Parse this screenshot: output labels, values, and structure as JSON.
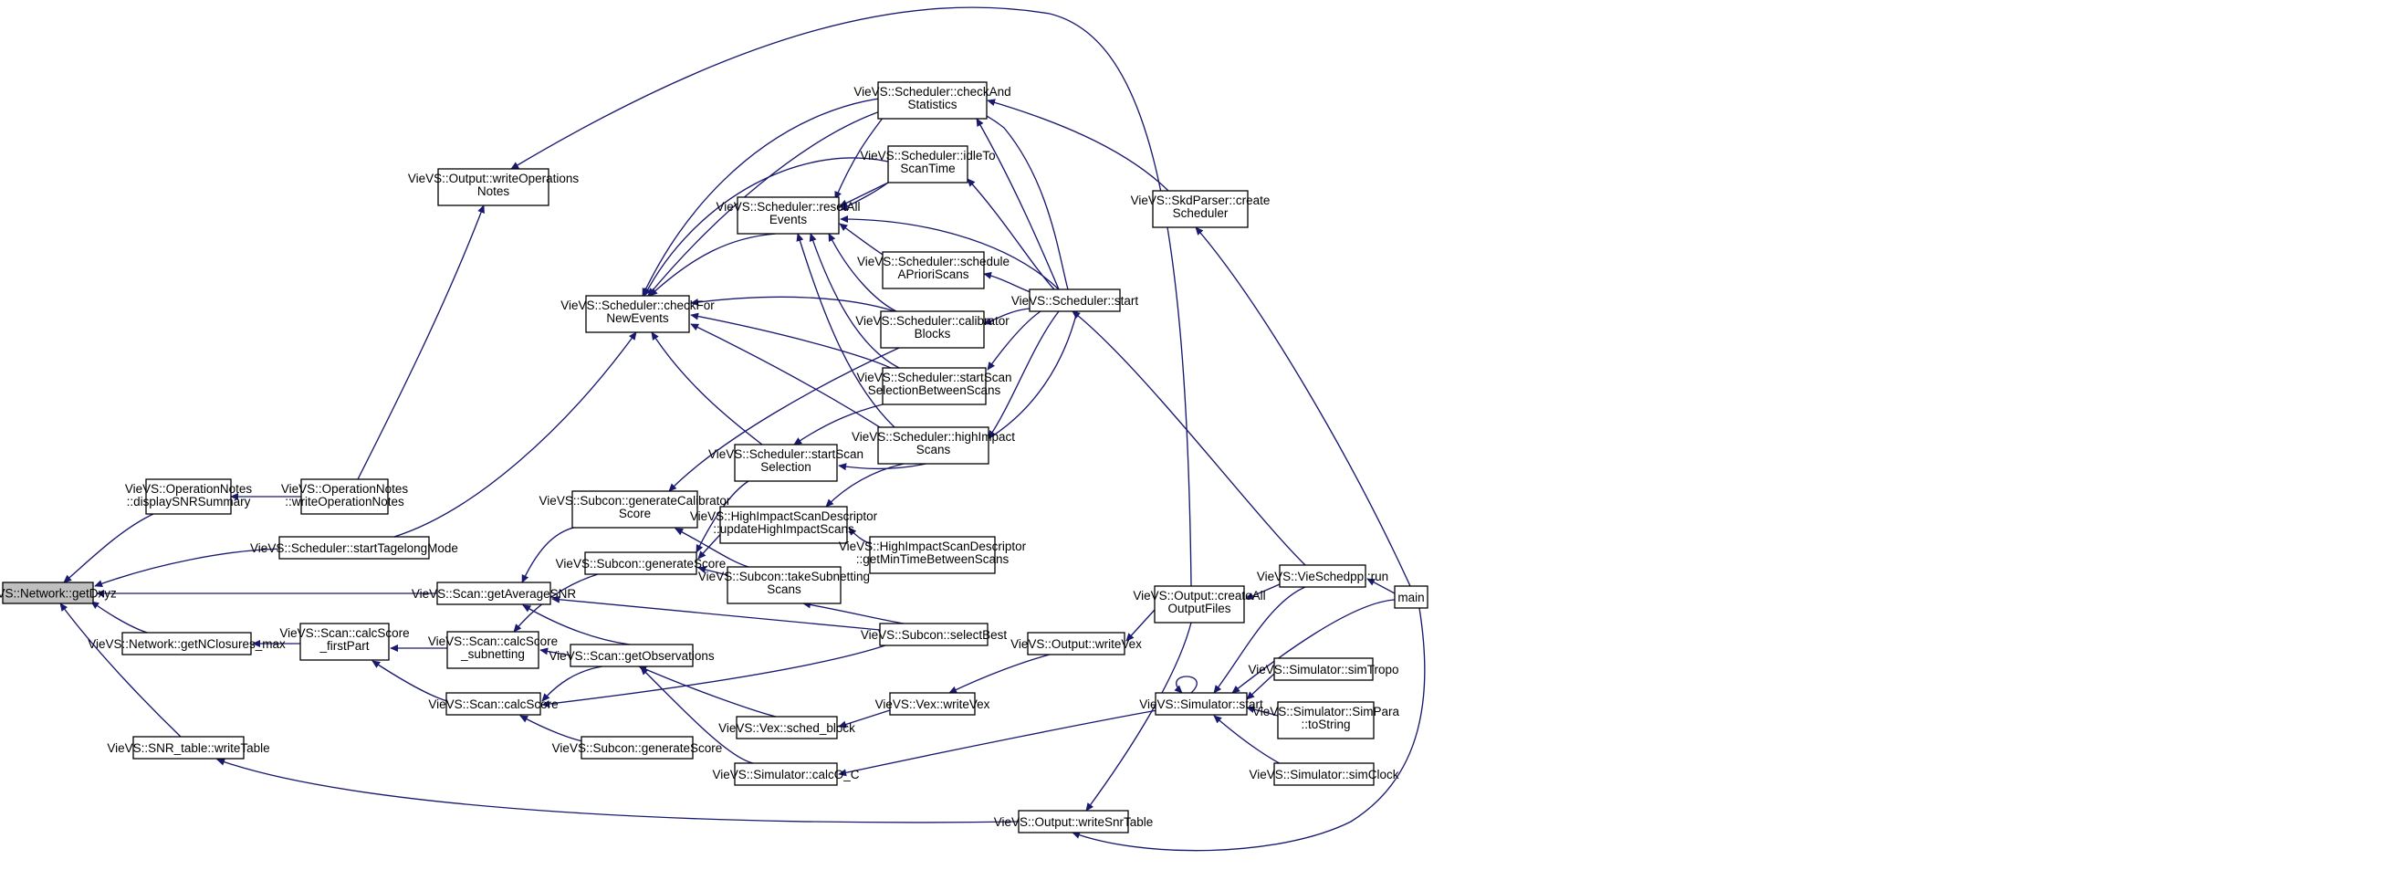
{
  "graph": {
    "edge_color": "#191970",
    "node_border_color": "#000000",
    "root_fill_color": "#bfbfbf",
    "nodes": {
      "getDxyz": [
        "VieVS::Network::getDxyz"
      ],
      "displaySNR": [
        "VieVS::OperationNotes",
        "::displaySNRSummary"
      ],
      "writeOpNotes": [
        "VieVS::OperationNotes",
        "::writeOperationNotes"
      ],
      "outWriteOpNotes": [
        "VieVS::Output::writeOperations",
        "Notes"
      ],
      "startTagelong": [
        "VieVS::Scheduler::startTagelongMode"
      ],
      "checkForNewEvents": [
        "VieVS::Scheduler::checkFor",
        "NewEvents"
      ],
      "resetAllEvents": [
        "VieVS::Scheduler::resetAll",
        "Events"
      ],
      "checkAndStats": [
        "VieVS::Scheduler::checkAnd",
        "Statistics"
      ],
      "idleToScan": [
        "VieVS::Scheduler::idleTo",
        "ScanTime"
      ],
      "scheduleApriori": [
        "VieVS::Scheduler::schedule",
        "APrioriScans"
      ],
      "calibratorBlocks": [
        "VieVS::Scheduler::calibrator",
        "Blocks"
      ],
      "startScanSelBetween": [
        "VieVS::Scheduler::startScan",
        "SelectionBetweenScans"
      ],
      "highImpactScans": [
        "VieVS::Scheduler::highImpact",
        "Scans"
      ],
      "schedStart": [
        "VieVS::Scheduler::start"
      ],
      "skdParser": [
        "VieVS::SkdParser::create",
        "Scheduler"
      ],
      "startScanSel": [
        "VieVS::Scheduler::startScan",
        "Selection"
      ],
      "genCalibScore": [
        "VieVS::Subcon::generateCalibrator",
        "Score"
      ],
      "updateHI": [
        "VieVS::HighImpactScanDescriptor",
        "::updateHighImpactScans"
      ],
      "getMinTime": [
        "VieVS::HighImpactScanDescriptor",
        "::getMinTimeBetweenScans"
      ],
      "scanGetAvgSNR": [
        "VieVS::Scan::getAverageSNR"
      ],
      "subGenScore1": [
        "VieVS::Subcon::generateScore"
      ],
      "takeSubnetting": [
        "VieVS::Subcon::takeSubnetting",
        "Scans"
      ],
      "selectBest": [
        "VieVS::Subcon::selectBest"
      ],
      "getNClosures": [
        "VieVS::Network::getNClosures_max"
      ],
      "calcScoreFirst": [
        "VieVS::Scan::calcScore",
        "_firstPart"
      ],
      "calcScoreSub": [
        "VieVS::Scan::calcScore",
        "_subnetting"
      ],
      "getObservations": [
        "VieVS::Scan::getObservations"
      ],
      "calcScore": [
        "VieVS::Scan::calcScore"
      ],
      "subGenScore2": [
        "VieVS::Subcon::generateScore"
      ],
      "schedBlock": [
        "VieVS::Vex::sched_block"
      ],
      "writeVexVex": [
        "VieVS::Vex::writeVex"
      ],
      "outWriteVex": [
        "VieVS::Output::writeVex"
      ],
      "createAllOutput": [
        "VieVS::Output::createAll",
        "OutputFiles"
      ],
      "vieSchedRun": [
        "VieVS::VieSchedpp::run"
      ],
      "main": [
        "main"
      ],
      "simStart": [
        "VieVS::Simulator::start"
      ],
      "simTropo": [
        "VieVS::Simulator::simTropo"
      ],
      "simPara": [
        "VieVS::Simulator::SimPara",
        "::toString"
      ],
      "simClock": [
        "VieVS::Simulator::simClock"
      ],
      "calcOC": [
        "VieVS::Simulator::calcO_C"
      ],
      "snrWriteTable": [
        "VieVS::SNR_table::writeTable"
      ],
      "outWriteSnr": [
        "VieVS::Output::writeSnrTable"
      ]
    }
  }
}
